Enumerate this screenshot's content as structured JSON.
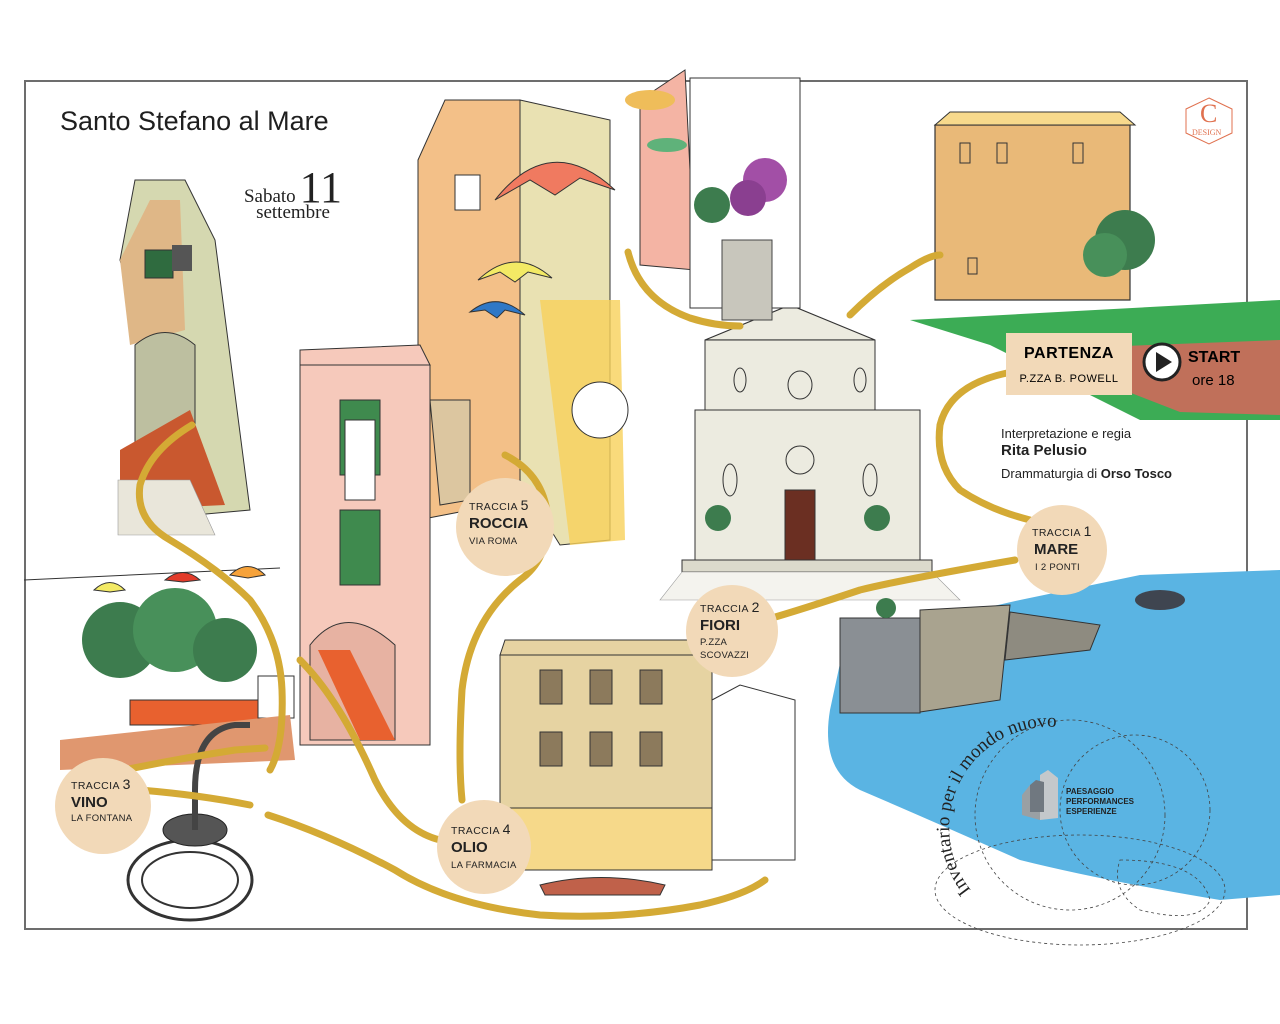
{
  "title": "Santo Stefano al Mare",
  "date": {
    "weekday": "Sabato",
    "day": "11",
    "month": "settembre"
  },
  "logo_letter": "C",
  "logo_text": "DESIGN",
  "start": {
    "label": "PARTENZA",
    "place": "P.ZZA B. POWELL",
    "button": "START",
    "time": "ore 18"
  },
  "credits": {
    "line1": "Interpretazione e regia",
    "director": "Rita Pelusio",
    "line3_prefix": "Drammaturgia di",
    "dramaturg": "Orso Tosco"
  },
  "stops": [
    {
      "label": "TRACCIA",
      "number": "1",
      "name": "MARE",
      "place": "I 2 PONTI"
    },
    {
      "label": "TRACCIA",
      "number": "2",
      "name": "FIORI",
      "place": "P.ZZA",
      "place2": "SCOVAZZI"
    },
    {
      "label": "TRACCIA",
      "number": "3",
      "name": "VINO",
      "place": "LA FONTANA"
    },
    {
      "label": "TRACCIA",
      "number": "4",
      "name": "OLIO",
      "place": "LA FARMACIA"
    },
    {
      "label": "TRACCIA",
      "number": "5",
      "name": "ROCCIA",
      "place": "VIA ROMA"
    }
  ],
  "project": {
    "circle_text": "Inventario per il mondo nuovo",
    "org_line1": "PAESAGGIO",
    "org_line2": "PERFORMANCES",
    "org_line3": "ESPERIENZE"
  },
  "colors": {
    "route": "#d4aa35",
    "stop_fill": "#f2d9b8",
    "sea": "#5ab4e3",
    "grass": "#3cac55",
    "terracotta": "#c0705a",
    "ochre": "#e9b978"
  }
}
